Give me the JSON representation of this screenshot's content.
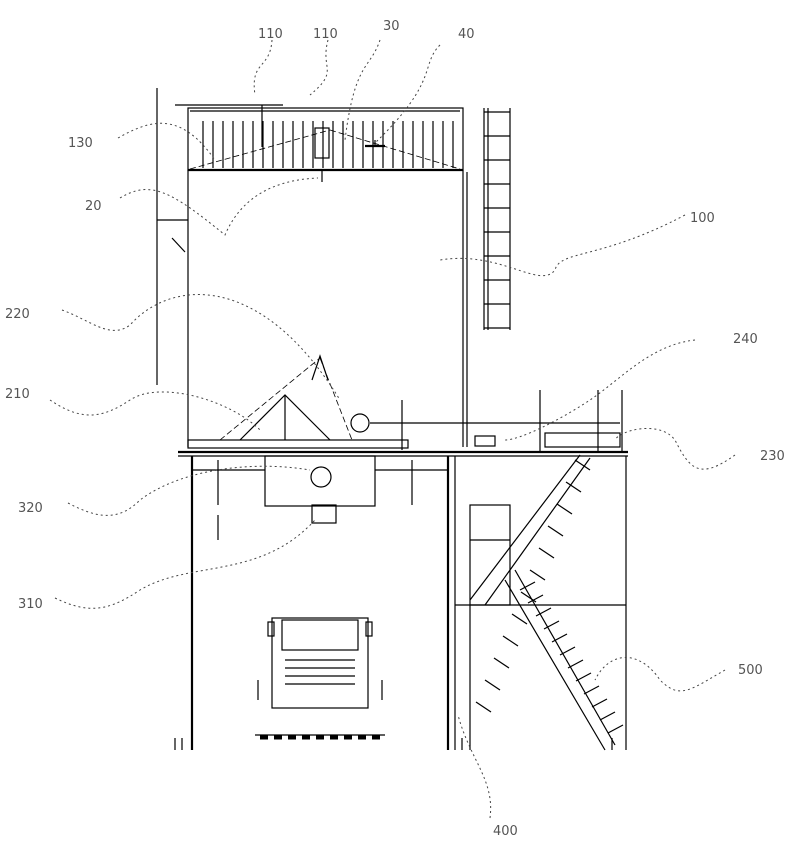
{
  "labels": {
    "l110a": "110",
    "l110b": "110",
    "l30": "30",
    "l40": "40",
    "l130": "130",
    "l20": "20",
    "l100": "100",
    "l220": "220",
    "l210": "210",
    "l240": "240",
    "l230": "230",
    "l320": "320",
    "l310": "310",
    "l500": "500",
    "l400": "400"
  }
}
